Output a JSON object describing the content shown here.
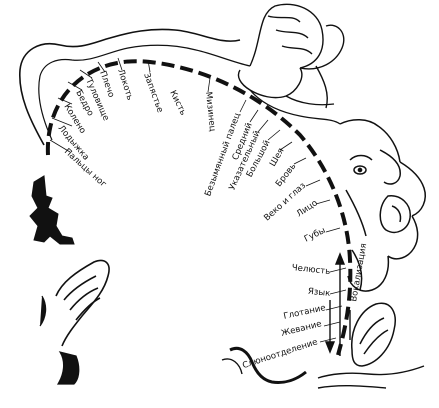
{
  "colors": {
    "ink": "#111111",
    "background": "#ffffff"
  },
  "labels": {
    "toes": "Пальцы ног",
    "ankle": "Лодыжка",
    "knee": "Колено",
    "hip": "Бедро",
    "trunk": "Туловище",
    "shoulder": "Плечо",
    "elbow": "Локоть",
    "wrist": "Запястье",
    "hand": "Кисть",
    "little_finger": "Мизинец",
    "ring_finger": "Безымянный палец",
    "middle_finger": "Средний",
    "index_finger": "Указательный",
    "thumb": "Большой",
    "neck": "Шея",
    "brow": "Бровь",
    "eyelid_eye": "Веко и глаз",
    "face": "Лицо",
    "lips": "Губы",
    "vocalization": "Вокализация",
    "jaw": "Челюсть",
    "tongue": "Язык",
    "swallowing": "Глотание",
    "chewing": "Жевание",
    "salivation": "Слюноотделение"
  }
}
